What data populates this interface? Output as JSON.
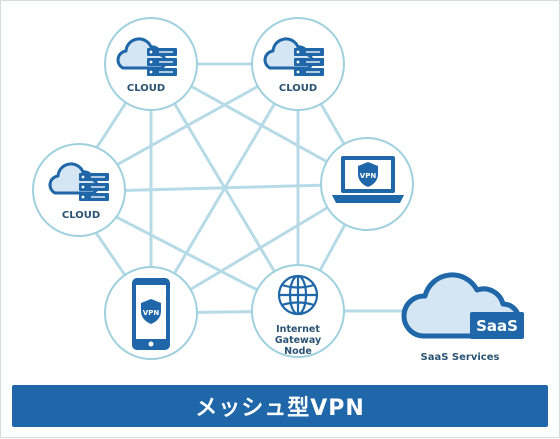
{
  "banner": {
    "title": "メッシュ型VPN"
  },
  "nodes": {
    "cloud_top_left": {
      "label": "CLOUD"
    },
    "cloud_top_right": {
      "label": "CLOUD"
    },
    "cloud_left": {
      "label": "CLOUD"
    },
    "laptop": {
      "badge": "VPN"
    },
    "phone": {
      "badge": "VPN"
    },
    "gateway": {
      "line1": "Internet",
      "line2": "Gateway",
      "line3": "Node"
    },
    "saas": {
      "badge": "SaaS",
      "label": "SaaS Services"
    }
  },
  "colors": {
    "link": "#b7dbe6",
    "node_border": "#9fd0de",
    "icon_blue": "#1f67a8",
    "cloud_fill": "#d4e6f3",
    "text": "#2a5373"
  }
}
